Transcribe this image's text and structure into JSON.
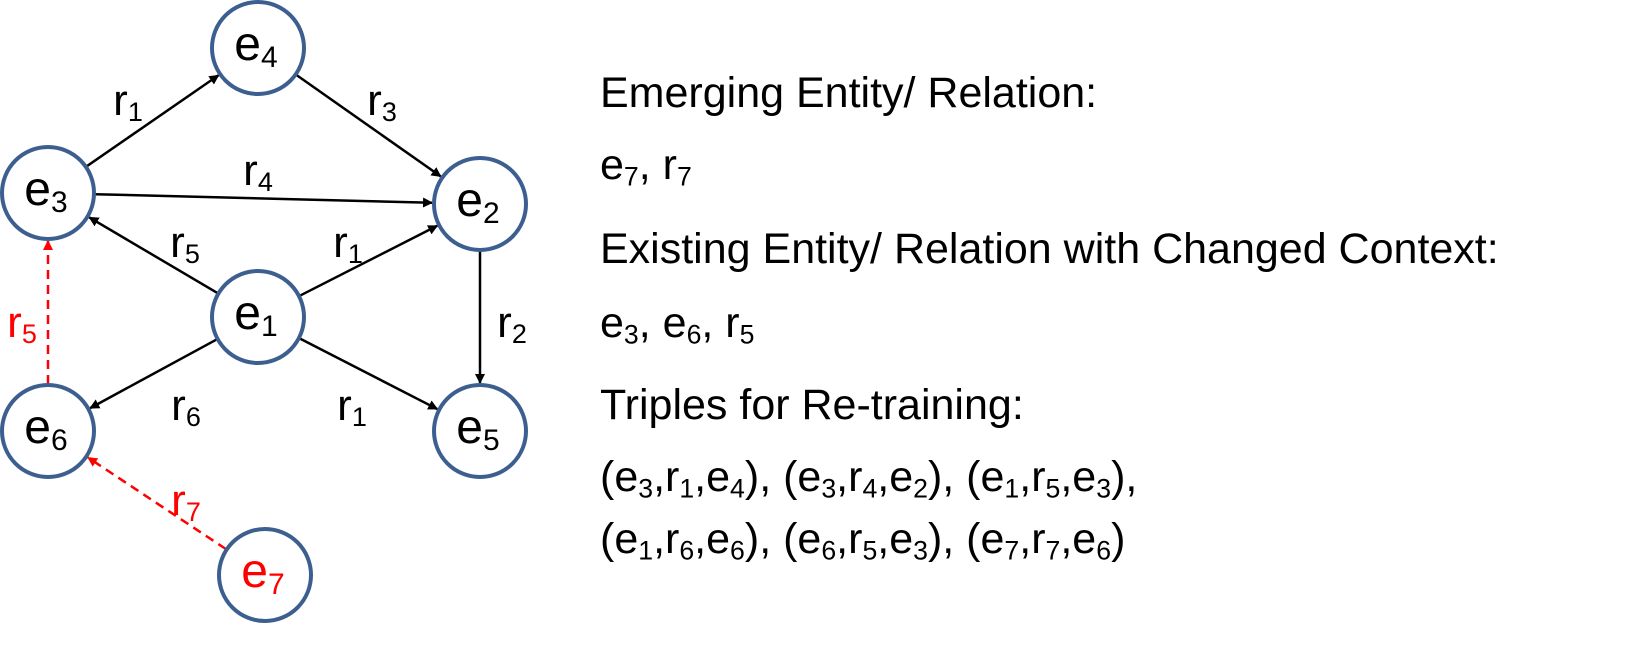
{
  "graph": {
    "nodes": [
      {
        "id": "e4",
        "base": "e",
        "sub": "4",
        "new": false
      },
      {
        "id": "e3",
        "base": "e",
        "sub": "3",
        "new": false
      },
      {
        "id": "e2",
        "base": "e",
        "sub": "2",
        "new": false
      },
      {
        "id": "e1",
        "base": "e",
        "sub": "1",
        "new": false
      },
      {
        "id": "e6",
        "base": "e",
        "sub": "6",
        "new": false
      },
      {
        "id": "e5",
        "base": "e",
        "sub": "5",
        "new": false
      },
      {
        "id": "e7",
        "base": "e",
        "sub": "7",
        "new": true
      }
    ],
    "edges": [
      {
        "from": "e3",
        "to": "e4",
        "base": "r",
        "sub": "1",
        "new": false
      },
      {
        "from": "e4",
        "to": "e2",
        "base": "r",
        "sub": "3",
        "new": false
      },
      {
        "from": "e3",
        "to": "e2",
        "base": "r",
        "sub": "4",
        "new": false
      },
      {
        "from": "e1",
        "to": "e3",
        "base": "r",
        "sub": "5",
        "new": false
      },
      {
        "from": "e1",
        "to": "e2",
        "base": "r",
        "sub": "1",
        "new": false
      },
      {
        "from": "e2",
        "to": "e5",
        "base": "r",
        "sub": "2",
        "new": false
      },
      {
        "from": "e1",
        "to": "e6",
        "base": "r",
        "sub": "6",
        "new": false
      },
      {
        "from": "e1",
        "to": "e5",
        "base": "r",
        "sub": "1",
        "new": false
      },
      {
        "from": "e6",
        "to": "e3",
        "base": "r",
        "sub": "5",
        "new": true
      },
      {
        "from": "e7",
        "to": "e6",
        "base": "r",
        "sub": "7",
        "new": true
      }
    ]
  },
  "panel": {
    "emerging": {
      "heading": "Emerging Entity/ Relation:",
      "items": [
        [
          "e",
          "7"
        ],
        [
          "r",
          "7"
        ]
      ]
    },
    "changed": {
      "heading": "Existing Entity/ Relation with Changed Context:",
      "items": [
        [
          "e",
          "3"
        ],
        [
          "e",
          "6"
        ],
        [
          "r",
          "5"
        ]
      ]
    },
    "retraining": {
      "heading": "Triples for Re-training:",
      "triples": [
        [
          [
            "e",
            "3"
          ],
          [
            "r",
            "1"
          ],
          [
            "e",
            "4"
          ]
        ],
        [
          [
            "e",
            "3"
          ],
          [
            "r",
            "4"
          ],
          [
            "e",
            "2"
          ]
        ],
        [
          [
            "e",
            "1"
          ],
          [
            "r",
            "5"
          ],
          [
            "e",
            "3"
          ]
        ],
        [
          [
            "e",
            "1"
          ],
          [
            "r",
            "6"
          ],
          [
            "e",
            "6"
          ]
        ],
        [
          [
            "e",
            "6"
          ],
          [
            "r",
            "5"
          ],
          [
            "e",
            "3"
          ]
        ],
        [
          [
            "e",
            "7"
          ],
          [
            "r",
            "7"
          ],
          [
            "e",
            "6"
          ]
        ]
      ]
    }
  },
  "colors": {
    "node_stroke": "#3d5f8f",
    "edge_existing": "#000000",
    "edge_new": "#ff0000",
    "text": "#000000"
  }
}
